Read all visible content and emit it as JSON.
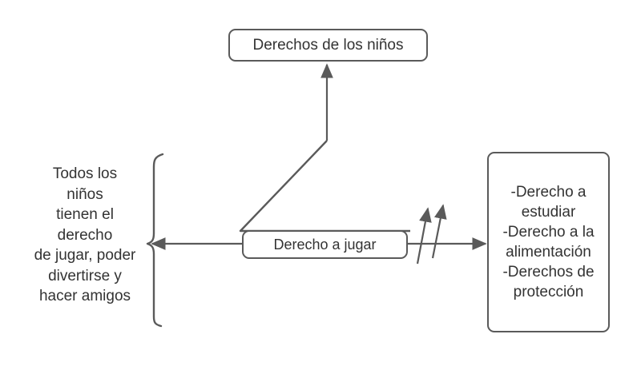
{
  "diagram": {
    "title": "Derechos de los niños",
    "background_color": "#ffffff",
    "stroke_color": "#5a5a5a",
    "text_color": "#333333",
    "nodes": {
      "top_box": {
        "label": "Derechos de los niños"
      },
      "play_box": {
        "label": "Derecho a jugar"
      },
      "rights_box": {
        "lines": [
          "-Derecho a",
          "estudiar",
          "-Derecho a la",
          "alimentación",
          "-Derechos de",
          "protección"
        ]
      },
      "brace_note": {
        "lines": [
          "Todos los",
          "niños",
          "tienen el",
          "derecho",
          "de jugar, poder",
          "divertirse y",
          "hacer amigos"
        ]
      }
    },
    "connectors": [
      {
        "name": "arrow-play-to-top",
        "from": "triangle-apex",
        "to": "top_box",
        "direction": "up"
      },
      {
        "name": "arrow-play-to-brace",
        "from": "play_box",
        "to": "brace_note",
        "direction": "left"
      },
      {
        "name": "arrow-play-to-rights",
        "from": "play_box",
        "to": "rights_box",
        "direction": "right"
      },
      {
        "name": "diagonal-arrow-1",
        "direction": "up-right"
      },
      {
        "name": "diagonal-arrow-2",
        "direction": "up-right"
      }
    ],
    "shapes": [
      {
        "name": "triangle",
        "description": "triangle above the Derecho a jugar box"
      },
      {
        "name": "curly-brace",
        "description": "left-facing curly brace grouping the note text"
      }
    ]
  }
}
